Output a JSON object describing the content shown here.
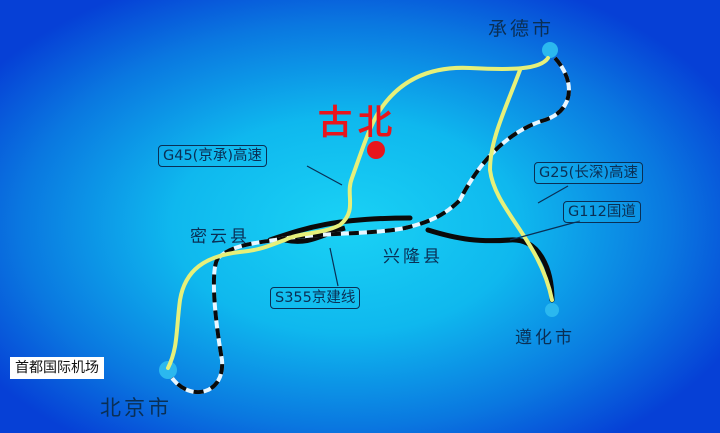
{
  "map": {
    "background_colors": {
      "center": "#1ad2f5",
      "edge": "#0640d6"
    },
    "highlight": {
      "label": "古北",
      "color": "#e8151c",
      "marker": "red-dot"
    },
    "cities": [
      {
        "id": "chengde",
        "label": "承德市"
      },
      {
        "id": "miyun",
        "label": "密云县"
      },
      {
        "id": "xinglong",
        "label": "兴隆县"
      },
      {
        "id": "zunhua",
        "label": "遵化市"
      },
      {
        "id": "beijing",
        "label": "北京市"
      }
    ],
    "airport": {
      "label": "首都国际机场"
    },
    "road_labels": [
      {
        "id": "g45",
        "label": "G45(京承)高速"
      },
      {
        "id": "g25",
        "label": "G25(长深)高速"
      },
      {
        "id": "g112",
        "label": "G112国道"
      },
      {
        "id": "s355",
        "label": "S355京建线"
      }
    ],
    "colors": {
      "expressway": "#e6f07a",
      "national_road": "#0a0a0a",
      "railway_dash_dark": "#0a0a0a",
      "railway_dash_light": "#e8f6ff",
      "city_dot": "#2bb8ef",
      "label_text": "#0a2f55"
    }
  }
}
